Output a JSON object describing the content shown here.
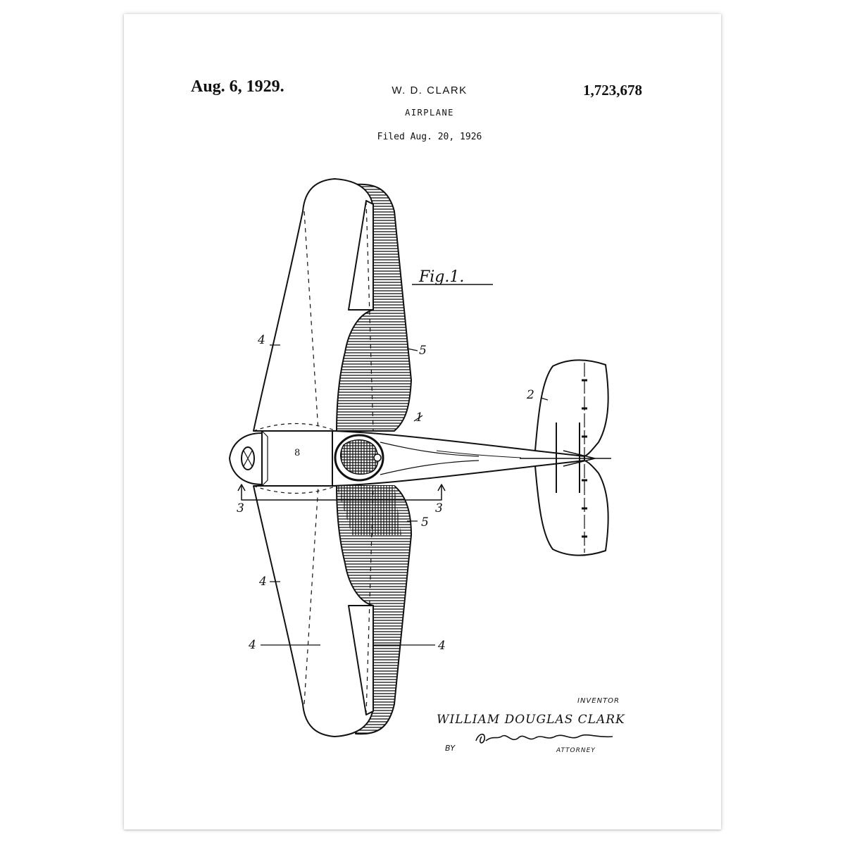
{
  "header": {
    "date": "Aug. 6, 1929.",
    "inventor_short": "W. D. CLARK",
    "patent_number": "1,723,678",
    "title": "AIRPLANE",
    "filed": "Filed Aug. 20, 1926"
  },
  "figure": {
    "label": "Fig.1.",
    "ref_numerals": [
      "1",
      "2",
      "3",
      "4",
      "5",
      "8"
    ]
  },
  "footer": {
    "inventor_label": "INVENTOR",
    "inventor_full": "WILLIAM DOUGLAS CLARK",
    "by": "BY",
    "attorney_signature": "Robert A. Lavender",
    "attorney_label": "ATTORNEY"
  }
}
